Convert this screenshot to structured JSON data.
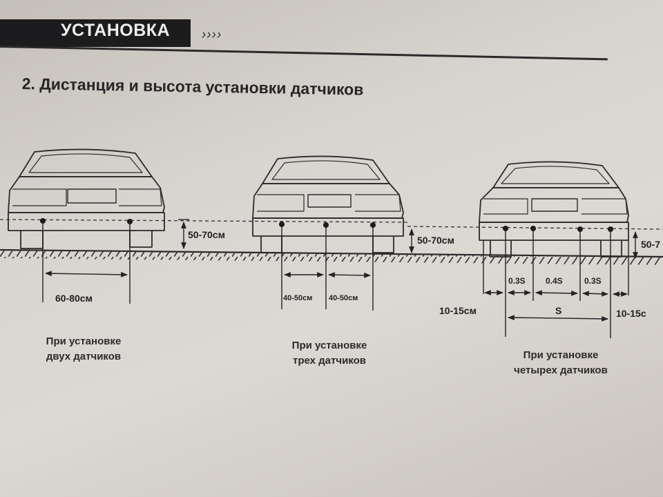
{
  "header": {
    "section_title": "УСТАНОВКА",
    "arrows": "››››",
    "heading": "2. Дистанция и высота установки  датчиков"
  },
  "panels": [
    {
      "caption_line1": "При установке",
      "caption_line2": "двух датчиков",
      "height_label": "50-70см",
      "width_label": "60-80см"
    },
    {
      "caption_line1": "При установке",
      "caption_line2": "трех датчиков",
      "height_label": "50-70см",
      "spacing_label_1": "40-50см",
      "spacing_label_2": "40-50см"
    },
    {
      "caption_line1": "При установке",
      "caption_line2": "четырех датчиков",
      "height_label": "50-7",
      "seg_label_1": "0.3S",
      "seg_label_2": "0.4S",
      "seg_label_3": "0.3S",
      "edge_label_left": "10-15см",
      "edge_label_right": "10-15c",
      "total_label": "S"
    }
  ],
  "colors": {
    "ink": "#262626",
    "banner": "#1c1c1e",
    "paper": "#d8d4cf"
  }
}
